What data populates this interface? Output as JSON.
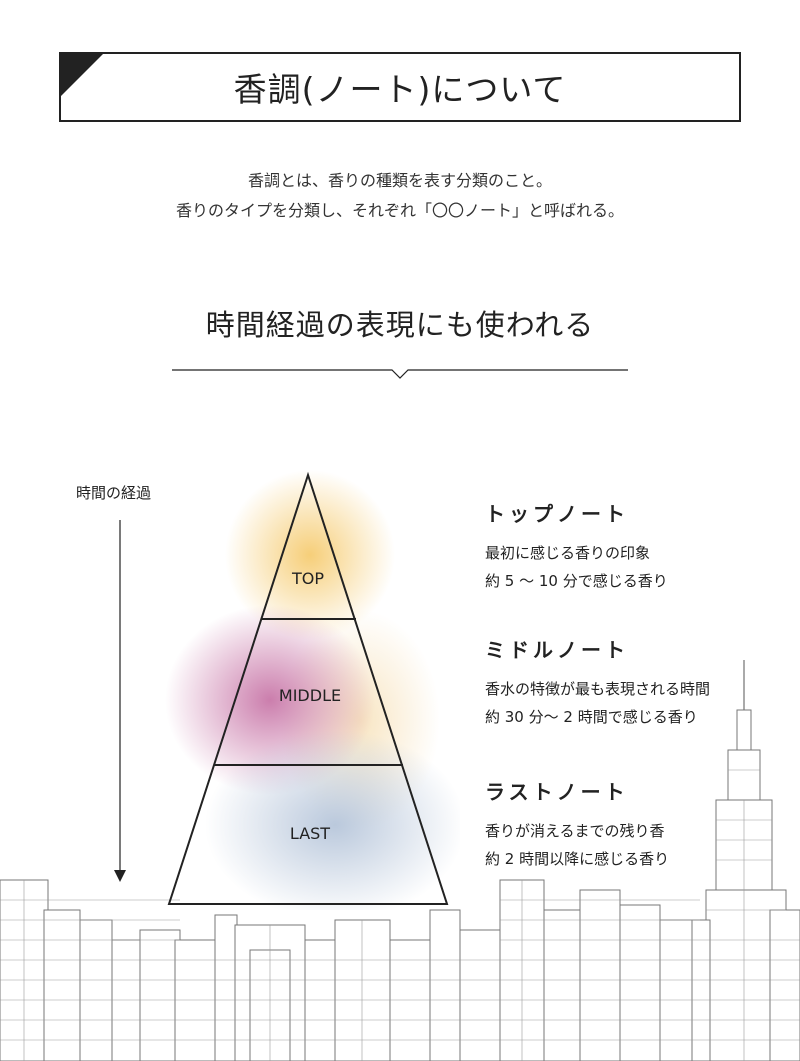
{
  "header": {
    "title": "香調(ノート)について"
  },
  "intro": {
    "line1": "香調とは、香りの種類を表す分類のこと。",
    "line2": "香りのタイプを分類し、それぞれ「〇〇ノート」と呼ばれる。"
  },
  "section": {
    "heading": "時間経過の表現にも使われる"
  },
  "timeline": {
    "label": "時間の経過"
  },
  "pyramid": {
    "top_label": "TOP",
    "middle_label": "MIDDLE",
    "last_label": "LAST"
  },
  "notes": [
    {
      "name": "トップノート",
      "desc1": "最初に感じる香りの印象",
      "desc2": "約 5 〜 10 分で感じる香り"
    },
    {
      "name": "ミドルノート",
      "desc1": "香水の特徴が最も表現される時間",
      "desc2": "約 30 分〜 2 時間で感じる香り"
    },
    {
      "name": "ラストノート",
      "desc1": "香りが消えるまでの残り香",
      "desc2": "約 2 時間以降に感じる香り"
    }
  ],
  "colors": {
    "top_glow": "#f5c96a",
    "middle_glow": "#c2679e",
    "last_glow": "#aebfd6",
    "ink": "#222222"
  }
}
